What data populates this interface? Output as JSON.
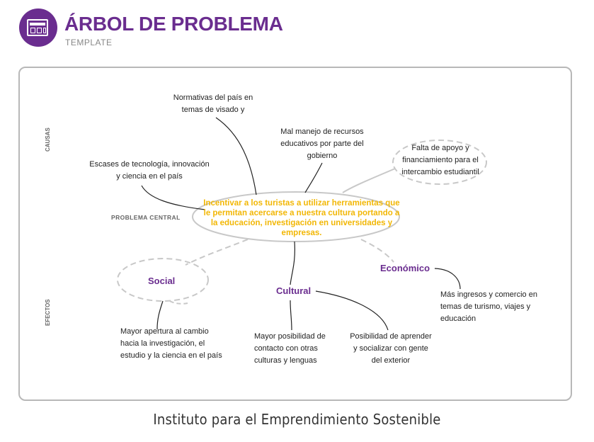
{
  "header": {
    "title": "ÁRBOL DE PROBLEMA",
    "subtitle": "TEMPLATE",
    "logo_icon": "window-layout-icon",
    "accent_color": "#6a2d8f"
  },
  "labels": {
    "causes": "CAUSAS",
    "central": "PROBLEMA CENTRAL",
    "effects": "EFECTOS"
  },
  "causes": [
    "Normativas del país en temas de visado y",
    "Mal manejo de recursos educativos por parte del gobierno",
    "Falta de apoyo y financiamiento para el intercambio estudiantil",
    "Escases de tecnología, innovación y ciencia en el país"
  ],
  "central_problem": "Incentivar a los turistas a utilizar herramientas que le permitan acercarse a nuestra cultura portando a la educación, investigación en universidades y empresas.",
  "central_color": "#f2b705",
  "categories": {
    "social": "Social",
    "cultural": "Cultural",
    "economico": "Económico"
  },
  "effects": {
    "social": "Mayor apertura al cambio hacia la investigación, el estudio y la ciencia en el país",
    "cultural_1": "Mayor posibilidad de contacto con otras culturas y lenguas",
    "cultural_2": "Posibilidad de aprender y socializar con gente del exterior",
    "economico": "Más ingresos y comercio en temas de turismo, viajes y educación"
  },
  "footer": "Instituto para el Emprendimiento Sostenible"
}
